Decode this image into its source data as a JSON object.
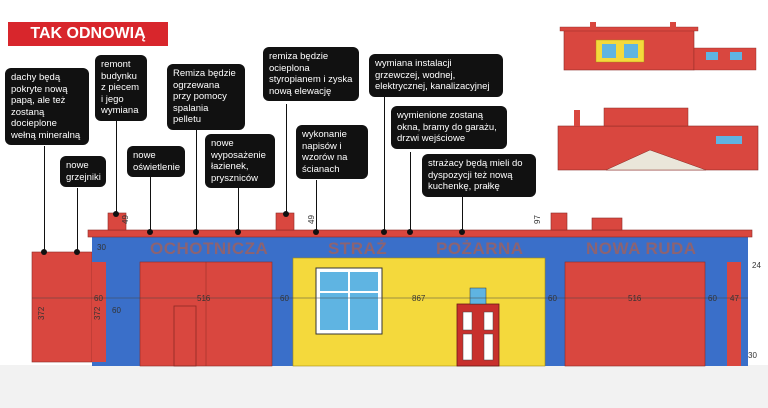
{
  "title": "TAK ODNOWIĄ REMIZĘ",
  "notes": {
    "roof": "dachy będą pokryte nową papą, ale też zostaną docieplone wełną mineralną",
    "heaters": "nowe grzejniki",
    "renovation": "remont budynku z piecem i jego wymiana",
    "lighting": "nowe oświetlenie",
    "heating": "Remiza będzie ogrzewana przy pomocy spalania pelletu",
    "bathrooms": "nowe wyposażenie łazienek, pryszniców",
    "insulation": "remiza będzie ocieplona styropianem i zyska nową elewację",
    "signs": "wykonanie napisów i wzorów na ścianach",
    "installations": "wymiana instalacji grzewczej, wodnej, elektrycznej, kanalizacyjnej",
    "doors": "wymienione zostaną okna, bramy do garażu, drzwi wejściowe",
    "kitchen": "strażacy będą mieli do dyspozycji też nową kuchenkę, prałkę"
  },
  "facade": {
    "sign_words": [
      "OCHOTNICZA",
      "STRAŻ",
      "POŻARNA",
      "NOWA RUDA"
    ],
    "dimensions": [
      "49",
      "49",
      "97",
      "30",
      "372",
      "372",
      "60",
      "60",
      "516",
      "60",
      "867",
      "60",
      "516",
      "60",
      "47",
      "24",
      "30"
    ]
  },
  "colors": {
    "red": "#d9473f",
    "blue": "#3a6fc9",
    "yellow": "#f4d93c",
    "accent": "#d8262c"
  }
}
